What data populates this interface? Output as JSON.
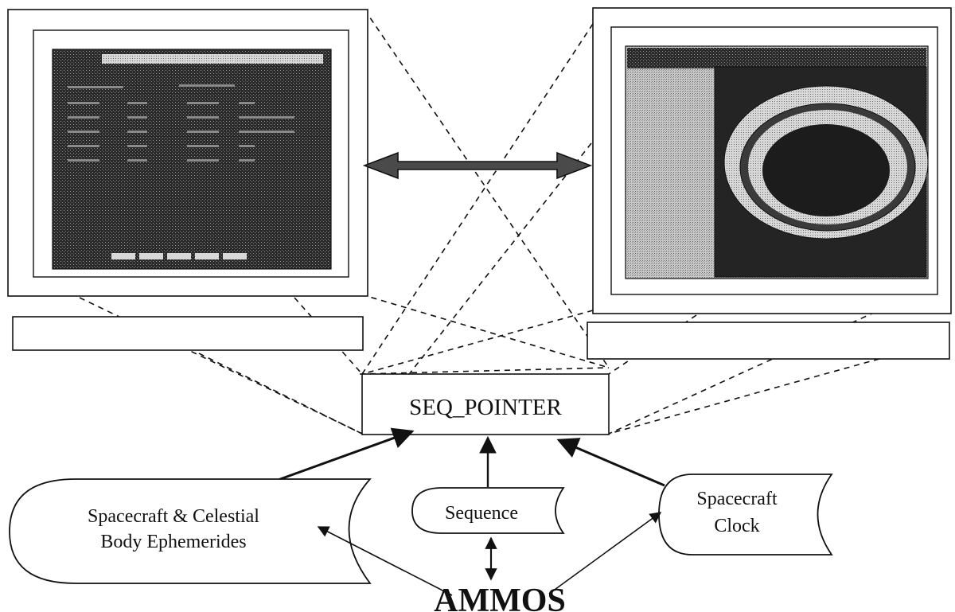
{
  "diagram": {
    "central_box": "SEQ_POINTER",
    "inputs": {
      "ephemerides_line1": "Spacecraft & Celestial",
      "ephemerides_line2": "Body Ephemerides",
      "sequence": "Sequence",
      "clock_line1": "Spacecraft",
      "clock_line2": "Clock"
    },
    "source": "AMMOS"
  },
  "colors": {
    "ink": "#111111",
    "screen": "#1c1c1c",
    "screen_texture": "#8a8a8a",
    "paper": "#ffffff"
  }
}
